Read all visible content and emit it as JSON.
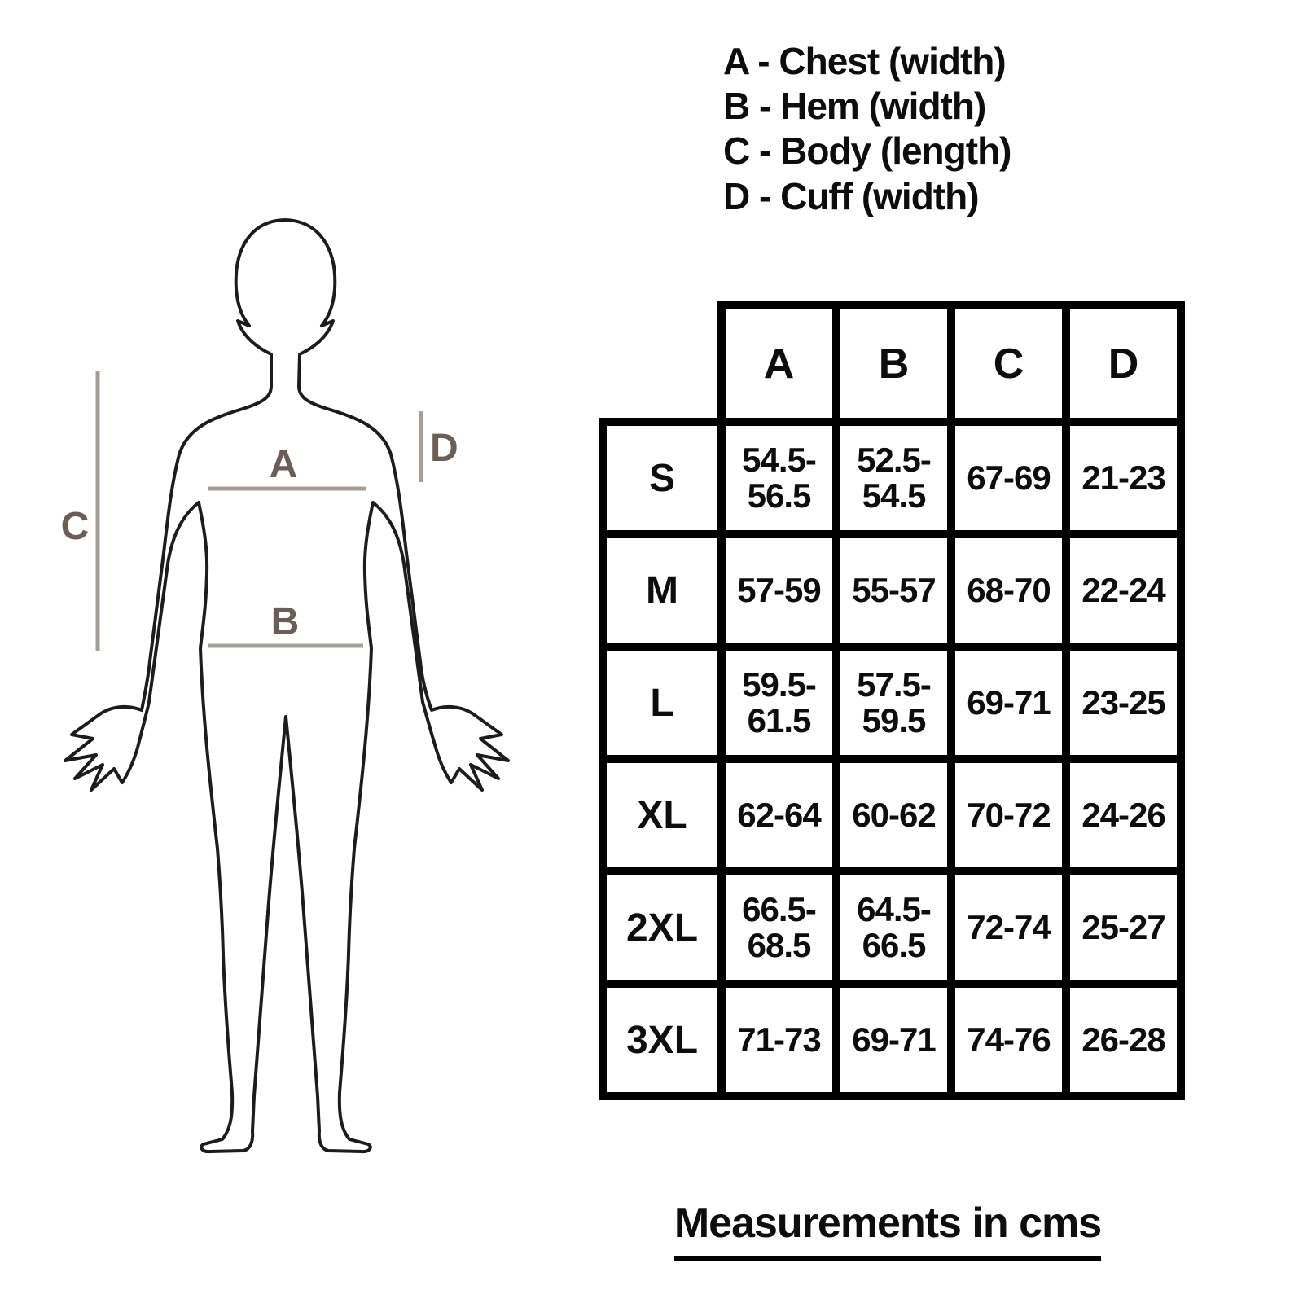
{
  "legend": {
    "items": [
      "A - Chest (width)",
      "B - Hem (width)",
      "C - Body (length)",
      "D - Cuff (width)"
    ]
  },
  "figure": {
    "labels": {
      "a": "A",
      "b": "B",
      "c": "C",
      "d": "D"
    }
  },
  "table": {
    "columns": [
      "A",
      "B",
      "C",
      "D"
    ],
    "rows": [
      {
        "size": "S",
        "values": [
          "54.5-56.5",
          "52.5-54.5",
          "67-69",
          "21-23"
        ]
      },
      {
        "size": "M",
        "values": [
          "57-59",
          "55-57",
          "68-70",
          "22-24"
        ]
      },
      {
        "size": "L",
        "values": [
          "59.5-61.5",
          "57.5-59.5",
          "69-71",
          "23-25"
        ]
      },
      {
        "size": "XL",
        "values": [
          "62-64",
          "60-62",
          "70-72",
          "24-26"
        ]
      },
      {
        "size": "2XL",
        "values": [
          "66.5-68.5",
          "64.5-66.5",
          "72-74",
          "25-27"
        ]
      },
      {
        "size": "3XL",
        "values": [
          "71-73",
          "69-71",
          "74-76",
          "26-28"
        ]
      }
    ]
  },
  "footer": {
    "note": "Measurements in cms"
  },
  "colors": {
    "outline": "#1c1c1c",
    "annotation_letter": "#6b5e55",
    "annotation_line": "#a59d96",
    "table_border": "#000000"
  }
}
